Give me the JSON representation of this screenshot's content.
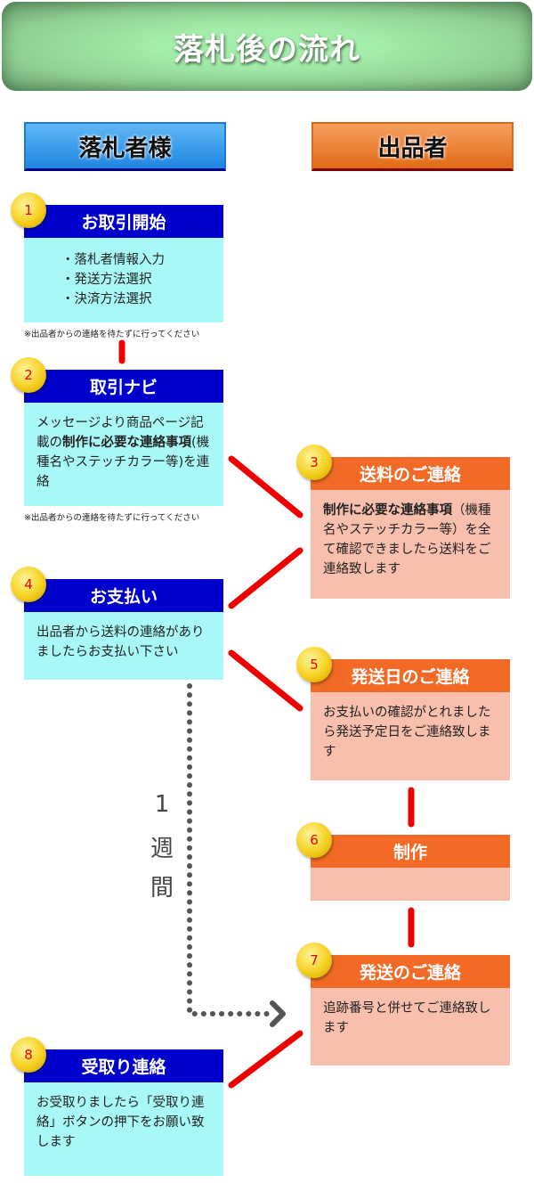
{
  "title": "落札後の流れ",
  "roles": {
    "buyer": "落札者様",
    "seller": "出品者"
  },
  "steps": [
    {
      "num": "1",
      "title": "お取引開始",
      "items": [
        "・落札者情報入力",
        "・発送方法選択",
        "・決済方法選択"
      ]
    },
    {
      "num": "2",
      "title": "取引ナビ",
      "body_pre": "メッセージより商品ページ記載の",
      "body_bold": "制作に必要な連絡事項",
      "body_post": "(機種名やステッチカラー等)を連絡"
    },
    {
      "num": "3",
      "title": "送料のご連絡",
      "body_bold": "制作に必要な連絡事項",
      "body_post": "（機種名やステッチカラー等）を全て確認できましたら送料をご連絡致します"
    },
    {
      "num": "4",
      "title": "お支払い",
      "body": "出品者から送料の連絡がありましたらお支払い下さい"
    },
    {
      "num": "5",
      "title": "発送日のご連絡",
      "body": "お支払いの確認がとれましたら発送予定日をご連絡致します"
    },
    {
      "num": "6",
      "title": "制作",
      "body": ""
    },
    {
      "num": "7",
      "title": "発送のご連絡",
      "body": "追跡番号と併せてご連絡致します"
    },
    {
      "num": "8",
      "title": "受取り連絡",
      "body": "お受取りましたら「受取り連絡」ボタンの押下をお願い致します"
    }
  ],
  "note": "※出品者からの連絡を待たずに行ってください",
  "week_label": [
    "1",
    "週",
    "間"
  ],
  "colors": {
    "buyer_header": "#0000cc",
    "buyer_body": "#a8f8f8",
    "seller_header": "#f26a25",
    "seller_body": "#f9bfad",
    "connector": "#ee0000"
  }
}
